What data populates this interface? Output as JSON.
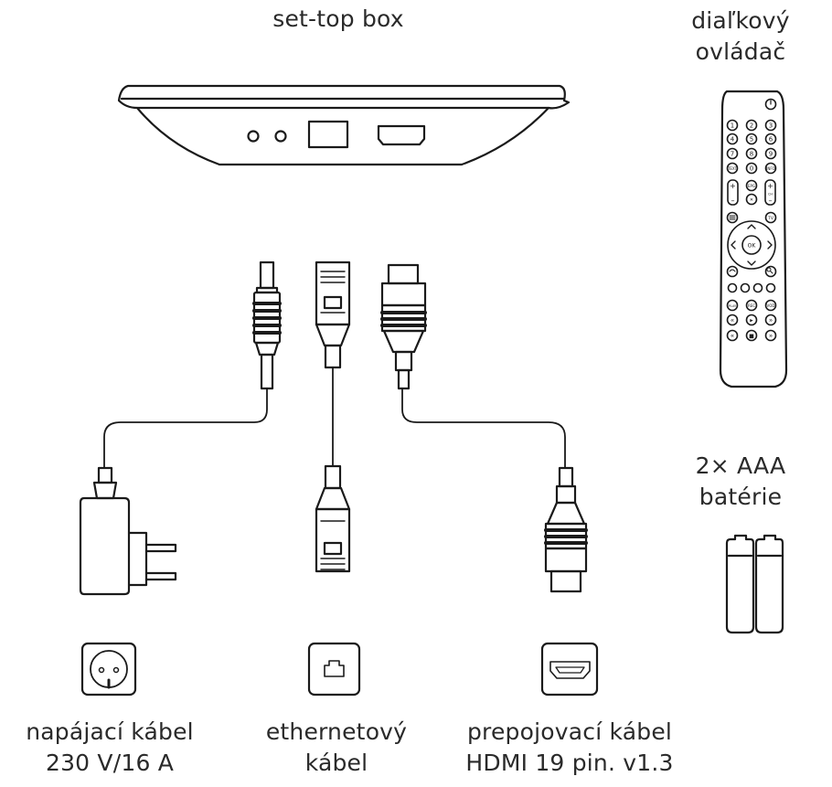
{
  "labels": {
    "box": "set-top box",
    "remote": [
      "diaľkový",
      "ovládač"
    ],
    "batteries": [
      "2× AAA",
      "batérie"
    ],
    "power": [
      "napájací kábel",
      "230 V/16 A"
    ],
    "ethernet": [
      "ethernetový",
      "kábel"
    ],
    "hdmi": [
      "prepojovací kábel",
      "HDMI 19 pin. v1.3"
    ]
  },
  "remote_keys": {
    "digits": [
      "1",
      "2",
      "3",
      "4",
      "5",
      "6",
      "7",
      "8",
      "9",
      "0"
    ],
    "text": "TEXT",
    "info": "INFO",
    "epg": "EPG",
    "ch": "CH",
    "tv": "TV",
    "ok": "OK",
    "play": "PLAY",
    "rec": "REC",
    "vod": "VOD"
  },
  "colors": {
    "line": "#1a1a1a",
    "text": "#2a2a2a"
  }
}
